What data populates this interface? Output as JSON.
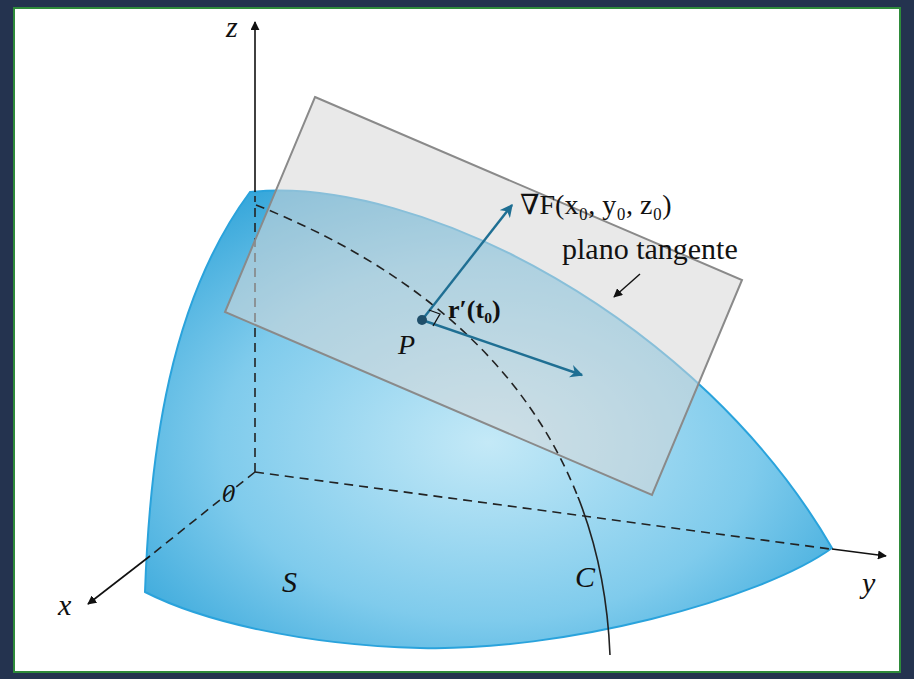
{
  "diagram": {
    "labels": [
      "z",
      "∇F(x₀, y₀, z₀)",
      "plano tangente",
      "P",
      "r′(t₀)",
      "0",
      "S",
      "C",
      "y",
      "x"
    ]
  }
}
